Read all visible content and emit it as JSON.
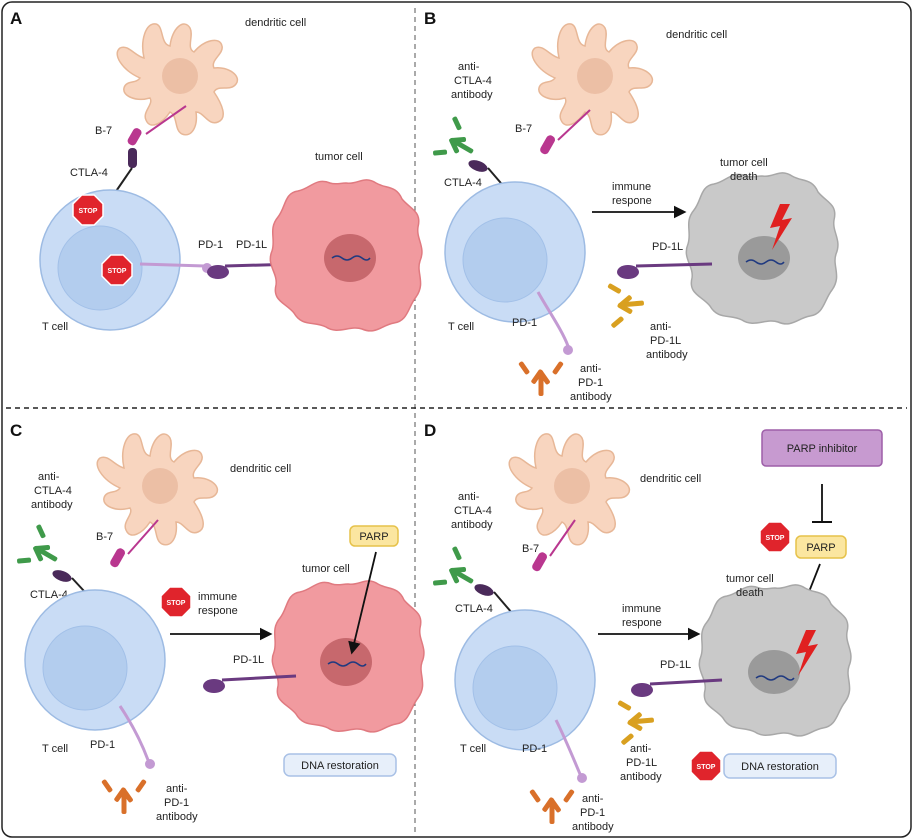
{
  "panels": {
    "a": {
      "letter": "A",
      "dendritic": "dendritic cell",
      "b7": "B-7",
      "ctla4": "CTLA-4",
      "tumor": "tumor cell",
      "pd1": "PD-1",
      "pdl1": "PD-1L",
      "tcell": "T cell",
      "stop1": "STOP",
      "stop2": "STOP"
    },
    "b": {
      "letter": "B",
      "dendritic": "dendritic cell",
      "anti_ctla4": [
        "anti-",
        "CTLA-4",
        "antibody"
      ],
      "b7": "B-7",
      "ctla4": "CTLA-4",
      "tumor": [
        "tumor cell",
        "death"
      ],
      "immune": [
        "immune",
        "respone"
      ],
      "pdl1": "PD-1L",
      "tcell": "T cell",
      "pd1": "PD-1",
      "anti_pdl1": [
        "anti-",
        "PD-1L",
        "antibody"
      ],
      "anti_pd1": [
        "anti-",
        "PD-1",
        "antibody"
      ]
    },
    "c": {
      "letter": "C",
      "dendritic": "dendritic cell",
      "anti_ctla4": [
        "anti-",
        "CTLA-4",
        "antibody"
      ],
      "b7": "B-7",
      "parp": "PARP",
      "tumor": "tumor cell",
      "ctla4": "CTLA-4",
      "stop": "STOP",
      "immune": [
        "immune",
        "respone"
      ],
      "pdl1": "PD-1L",
      "tcell": "T cell",
      "pd1": "PD-1",
      "dna": "DNA restoration",
      "anti_pd1": [
        "anti-",
        "PD-1",
        "antibody"
      ]
    },
    "d": {
      "letter": "D",
      "parp_inhibitor": "PARP inhibitor",
      "dendritic": "dendritic cell",
      "anti_ctla4": [
        "anti-",
        "CTLA-4",
        "antibody"
      ],
      "b7": "B-7",
      "stop1": "STOP",
      "parp": "PARP",
      "tumor": [
        "tumor cell",
        "death"
      ],
      "ctla4": "CTLA-4",
      "immune": [
        "immune",
        "respone"
      ],
      "pdl1": "PD-1L",
      "tcell": "T cell",
      "pd1": "PD-1",
      "anti_pdl1": [
        "anti-",
        "PD-1L",
        "antibody"
      ],
      "stop2": "STOP",
      "dna": "DNA restoration",
      "anti_pd1": [
        "anti-",
        "PD-1",
        "antibody"
      ]
    }
  },
  "colors": {
    "tcell": "#c9dcf5",
    "tcell_nucleus": "#b3cdee",
    "dendritic": "#f8d5bf",
    "tumor": "#f19a9f",
    "tumor_dead": "#c9c9c9",
    "b7": "#b9378f",
    "ctla4": "#4a2a5a",
    "pd1": "#c39ad3",
    "pdl1": "#6a3a80",
    "anti_ctla4": "#3f9a4a",
    "anti_pdl1": "#d9a020",
    "anti_pd1": "#d9702a",
    "stop": "#e0242c",
    "bolt": "#e02020",
    "parp_box": "#fbe6a0",
    "parp_inhibitor_box": "#c79ad0",
    "dna_box": "#e7effa"
  }
}
